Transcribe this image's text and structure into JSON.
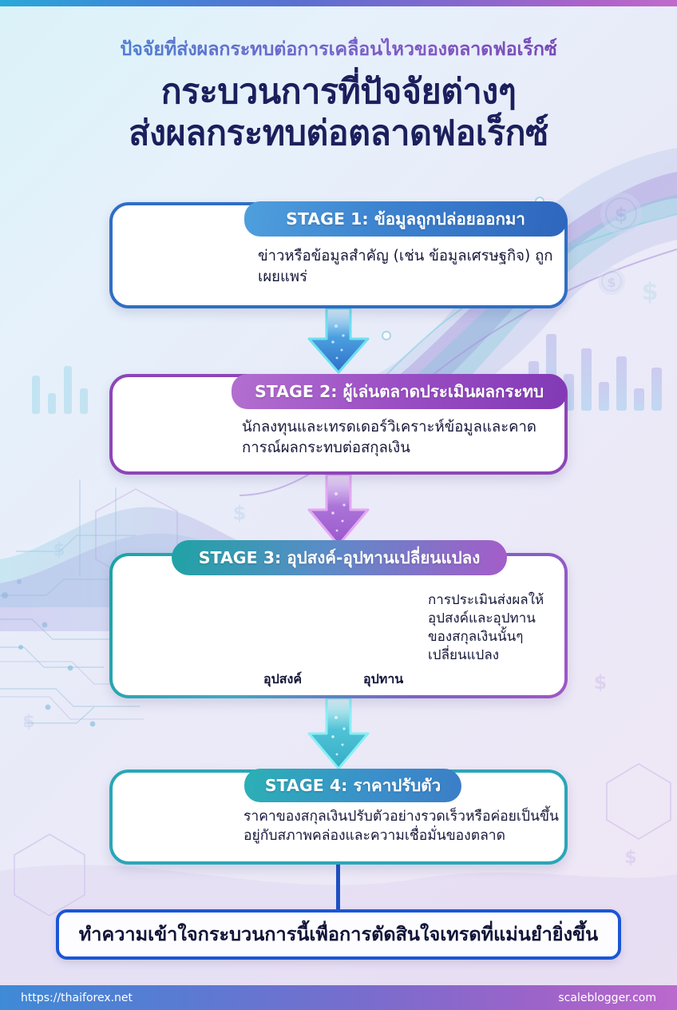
{
  "header": {
    "subtitle": "ปัจจัยที่ส่งผลกระทบต่อการเคลื่อนไหวของตลาดฟอเร็กซ์",
    "title_line1": "กระบวนการที่ปัจจัยต่างๆ",
    "title_line2": "ส่งผลกระทบต่อตลาดฟอเร็กซ์"
  },
  "stages": [
    {
      "pill": "STAGE 1: ข้อมูลถูกปล่อยออกมา",
      "body": "ข่าวหรือข้อมูลสำคัญ (เช่น ข้อมูลเศรษฐกิจ) ถูกเผยแพร่",
      "icon": "megaphone-report-icon",
      "accent": "#2f6ec4"
    },
    {
      "pill": "STAGE 2: ผู้เล่นตลาดประเมินผลกระทบ",
      "body": "นักลงทุนและเทรดเดอร์วิเคราะห์ข้อมูลและคาดการณ์ผลกระทบต่อสกุลเงิน",
      "icon": "head-gears-magnifier-icon",
      "accent": "#8e45b8"
    },
    {
      "pill": "STAGE 3: อุปสงค์-อุปทานเปลี่ยนแปลง",
      "body": "การประเมินส่งผลให้อุปสงค์และอุปทานของสกุลเงินนั้นๆ เปลี่ยนแปลง",
      "icon": "balance-scale-coins-icon",
      "accent": "#9455c6",
      "scale_left_label": "อุปสงค์",
      "scale_right_label": "อุปทาน"
    },
    {
      "pill": "STAGE 4: ราคาปรับตัว",
      "body": "ราคาของสกุลเงินปรับตัวอย่างรวดเร็วหรือค่อยเป็นขึ้นอยู่กับสภาพคล่องและความเชื่อมั่นของตลาด",
      "icon": "candlestick-chart-icon",
      "accent": "#2aa6b8"
    }
  ],
  "arrows": [
    {
      "name": "arrow-stage1-to-stage2",
      "color": "#2f7fd4"
    },
    {
      "name": "arrow-stage2-to-stage3",
      "color": "#9c5ccb"
    },
    {
      "name": "arrow-stage3-to-stage4",
      "color": "#3ec4d4"
    }
  ],
  "conclusion": {
    "text": "ทำความเข้าใจกระบวนการนี้เพื่อการตัดสินใจเทรดที่แม่นยำยิ่งขึ้น",
    "border_color": "#1a56d6"
  },
  "footer": {
    "left": "https://thaiforex.net",
    "right": "scaleblogger.com"
  },
  "palette": {
    "top_bar_start": "#2aa8d8",
    "top_bar_end": "#c06bcb",
    "title_color": "#1b1f5c"
  }
}
